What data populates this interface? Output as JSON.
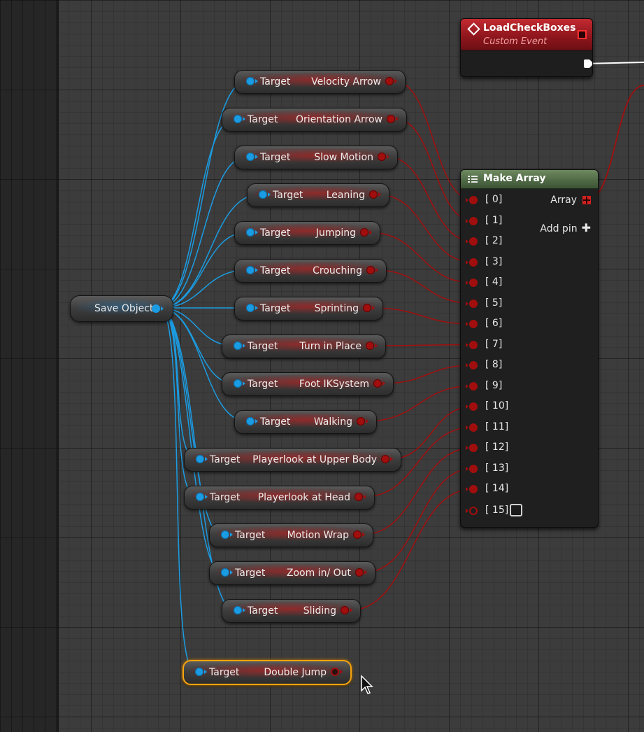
{
  "event_node": {
    "title": "LoadCheckBoxes",
    "subtitle": "Custom Event"
  },
  "save_object": {
    "label": "Save Object"
  },
  "target_label": "Target",
  "variables": [
    {
      "name": "Velocity Arrow",
      "array_index": 0
    },
    {
      "name": "Orientation Arrow",
      "array_index": 1
    },
    {
      "name": "Slow Motion",
      "array_index": 2
    },
    {
      "name": "Leaning",
      "array_index": 3
    },
    {
      "name": "Jumping",
      "array_index": 4
    },
    {
      "name": "Crouching",
      "array_index": 5
    },
    {
      "name": "Sprinting",
      "array_index": 6
    },
    {
      "name": "Turn in Place",
      "array_index": 7
    },
    {
      "name": "Foot IKSystem",
      "array_index": 8
    },
    {
      "name": "Walking",
      "array_index": 9
    },
    {
      "name": "Playerlook at Upper Body",
      "array_index": 10
    },
    {
      "name": "Playerlook at Head",
      "array_index": 11
    },
    {
      "name": "Motion Wrap",
      "array_index": 12
    },
    {
      "name": "Zoom in/ Out",
      "array_index": 13
    },
    {
      "name": "Sliding",
      "array_index": 14
    },
    {
      "name": "Double Jump",
      "array_index": null,
      "selected": true
    }
  ],
  "make_array": {
    "title": "Make Array",
    "output_label": "Array",
    "add_pin_label": "Add pin",
    "inputs": [
      "[ 0]",
      "[ 1]",
      "[ 2]",
      "[ 3]",
      "[ 4]",
      "[ 5]",
      "[ 6]",
      "[ 7]",
      "[ 8]",
      "[ 9]",
      "[ 10]",
      "[ 11]",
      "[ 12]",
      "[ 13]",
      "[ 14]",
      "[ 15]"
    ],
    "last_input_connected": false
  },
  "colors": {
    "object_wire": "#1b9ce2",
    "bool_wire": "#a10e0e",
    "exec_wire": "#ffffff",
    "selection_outline": "#f6a40f"
  }
}
